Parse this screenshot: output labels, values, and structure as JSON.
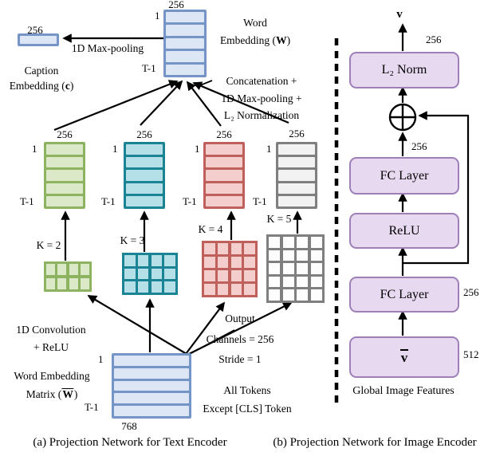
{
  "colors": {
    "blue_border": "#7495c6",
    "blue_fill": "#dce6f5",
    "green_border": "#8db360",
    "green_fill": "#dbe9c9",
    "teal_border": "#1b8494",
    "teal_fill": "#b5e0e7",
    "red_border": "#c0605c",
    "red_fill": "#f3cecd",
    "gray_border": "#7f7f7f",
    "gray_fill": "#f2f2f2",
    "purple_border": "#9e7fb7",
    "purple_fill": "#e6d9f0",
    "line": "#000000"
  },
  "panel_a": {
    "caption_box_dim": "256",
    "caption_label": {
      "line1": "Caption",
      "pre": "Embedding (",
      "bold": "c",
      "post": ")"
    },
    "maxpool_label": "1D Max-pooling",
    "w_matrix": {
      "dim": "256",
      "first": "1",
      "last": "T-1"
    },
    "w_label": {
      "line1": "Word",
      "pre": "Embedding (",
      "bold": "W",
      "post": ")"
    },
    "concat_lines": [
      "Concatenation +",
      "1D Max-pooling +",
      "L₂ Normalization"
    ],
    "stacks": [
      {
        "dim": "256",
        "first": "1",
        "last": "T-1",
        "k": "K = 2"
      },
      {
        "dim": "256",
        "first": "1",
        "last": "T-1",
        "k": "K = 3"
      },
      {
        "dim": "256",
        "first": "1",
        "last": "T-1",
        "k": "K = 4"
      },
      {
        "dim": "256",
        "first": "1",
        "last": "T-1",
        "k": "K = 5"
      }
    ],
    "conv_lines": [
      "1D Convolution",
      "+ ReLU"
    ],
    "matrix_label": {
      "line1": "Word Embedding",
      "pre": "Matrix (",
      "w": "W",
      "post": ")"
    },
    "matrix": {
      "first": "1",
      "last": "T-1",
      "dim": "768"
    },
    "output_lines": [
      "Output",
      "Channels = 256",
      "Stride = 1"
    ],
    "tokens_lines": [
      "All Tokens",
      "Except [CLS] Token"
    ],
    "caption": "(a) Projection Network for Text Encoder"
  },
  "panel_b": {
    "out_vec": "v",
    "out_dim": "256",
    "l2_label": "L₂ Norm",
    "fc1_label": "FC Layer",
    "fc1_dim": "256",
    "relu_label": "ReLU",
    "fc2_label": "FC Layer",
    "fc2_dim": "256",
    "in_vec": "v",
    "in_dim": "512",
    "features_label": "Global Image Features",
    "caption": "(b) Projection Network for Image Encoder"
  }
}
